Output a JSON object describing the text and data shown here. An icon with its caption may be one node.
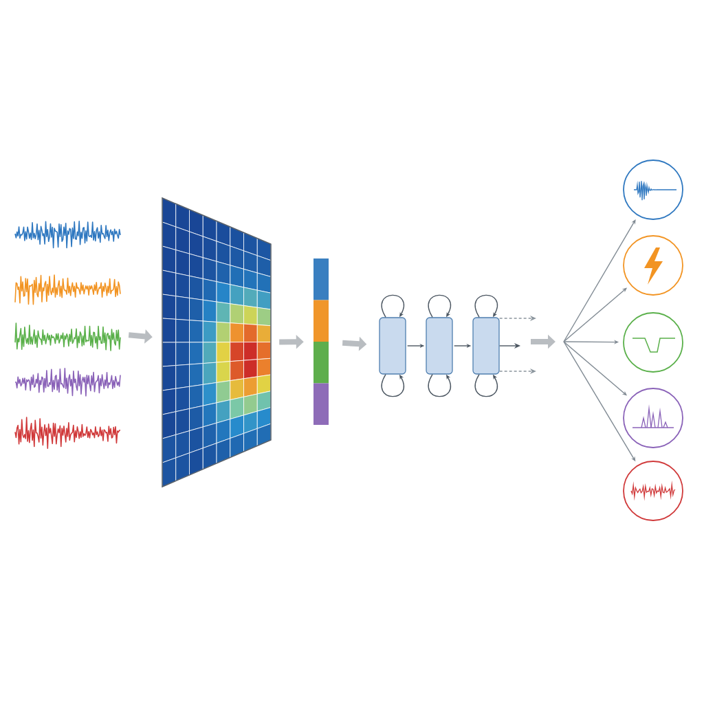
{
  "diagram": {
    "nodes": [
      {
        "text": [],
        "shape": "picture"
      },
      {
        "text": [],
        "shape": "picture"
      },
      {
        "text": [],
        "shape": "bar"
      },
      {
        "text": [],
        "shape": "box"
      },
      {
        "text": [],
        "shape": "box"
      },
      {
        "text": [],
        "shape": "box"
      },
      {
        "text": [],
        "shape": "circle"
      },
      {
        "text": [],
        "shape": "circle"
      },
      {
        "text": [],
        "shape": "circle"
      },
      {
        "text": [],
        "shape": "circle"
      },
      {
        "text": [],
        "shape": "circle"
      }
    ],
    "edges": [
      {
        "from": 0,
        "to": 1,
        "arrow": "to",
        "style": "thick",
        "color": "#b9bdc1"
      },
      {
        "from": 1,
        "to": 2,
        "arrow": "to",
        "style": "thick",
        "color": "#b9bdc1"
      },
      {
        "from": 2,
        "to": 3,
        "arrow": "to",
        "style": "thick",
        "color": "#b9bdc1"
      },
      {
        "from": 3,
        "to": 4,
        "arrow": "to"
      },
      {
        "from": 4,
        "to": 5,
        "arrow": "to"
      },
      {
        "from": 3,
        "to": 3,
        "arrow": "to"
      },
      {
        "from": 3,
        "to": 3,
        "arrow": "to"
      },
      {
        "from": 4,
        "to": 4,
        "arrow": "to"
      },
      {
        "from": 4,
        "to": 4,
        "arrow": "to"
      },
      {
        "from": 5,
        "to": 5,
        "arrow": "to"
      },
      {
        "from": 5,
        "to": 5,
        "arrow": "to"
      },
      {
        "from": 5,
        "to": null,
        "arrow": "to",
        "style": "dashed",
        "color": "#8a949c"
      },
      {
        "from": 5,
        "to": null,
        "arrow": "to"
      },
      {
        "from": 5,
        "to": null,
        "arrow": "to",
        "style": "dashed",
        "color": "#8a949c"
      },
      {
        "from": null,
        "to": 6,
        "arrow": "to",
        "color": "#808a93"
      },
      {
        "from": null,
        "to": 7,
        "arrow": "to",
        "color": "#808a93"
      },
      {
        "from": null,
        "to": 8,
        "arrow": "to",
        "color": "#808a93"
      },
      {
        "from": null,
        "to": 9,
        "arrow": "to",
        "color": "#808a93"
      },
      {
        "from": null,
        "to": 10,
        "arrow": "to",
        "color": "#808a93"
      }
    ]
  }
}
